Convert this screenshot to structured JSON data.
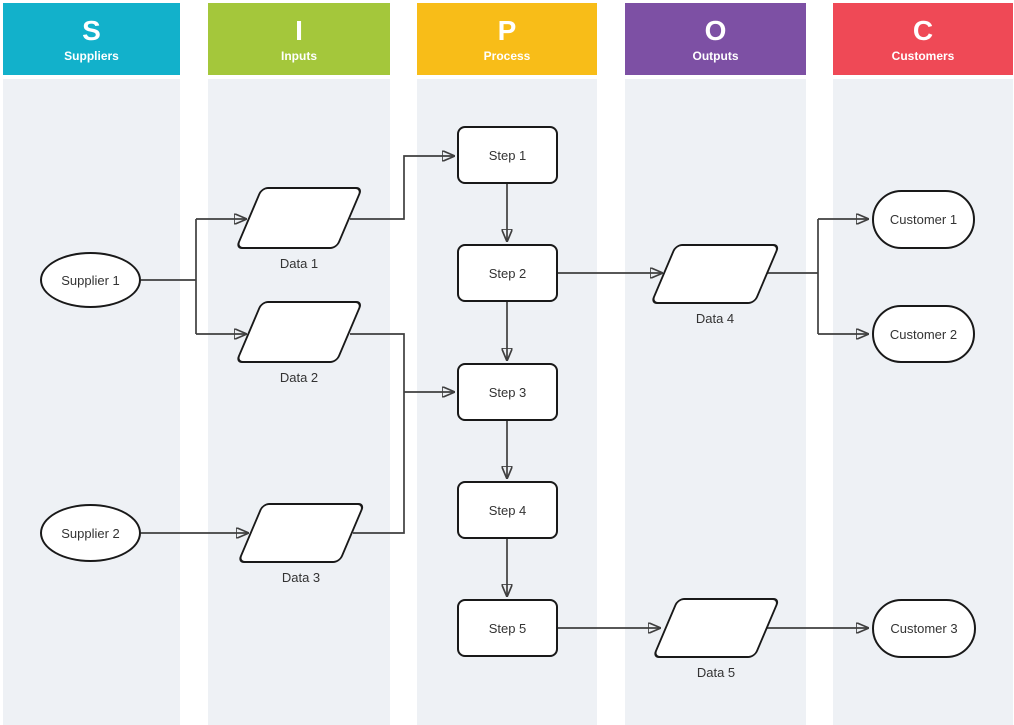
{
  "diagram_type": "SIPOC flowchart",
  "columns": [
    {
      "letter": "S",
      "title": "Suppliers",
      "color": "#12b1cb"
    },
    {
      "letter": "I",
      "title": "Inputs",
      "color": "#a4c73b"
    },
    {
      "letter": "P",
      "title": "Process",
      "color": "#f8bd18"
    },
    {
      "letter": "O",
      "title": "Outputs",
      "color": "#7d50a4"
    },
    {
      "letter": "C",
      "title": "Customers",
      "color": "#ef4956"
    }
  ],
  "band_color": "#eef1f5",
  "connector_color": "#3f3f3f",
  "nodes": {
    "supplier1": {
      "label": "Supplier 1",
      "shape": "ellipse"
    },
    "supplier2": {
      "label": "Supplier 2",
      "shape": "ellipse"
    },
    "data1": {
      "label": "Data 1",
      "shape": "parallelogram"
    },
    "data2": {
      "label": "Data 2",
      "shape": "parallelogram"
    },
    "data3": {
      "label": "Data 3",
      "shape": "parallelogram"
    },
    "step1": {
      "label": "Step 1",
      "shape": "rounded-rectangle"
    },
    "step2": {
      "label": "Step 2",
      "shape": "rounded-rectangle"
    },
    "step3": {
      "label": "Step 3",
      "shape": "rounded-rectangle"
    },
    "step4": {
      "label": "Step 4",
      "shape": "rounded-rectangle"
    },
    "step5": {
      "label": "Step 5",
      "shape": "rounded-rectangle"
    },
    "data4": {
      "label": "Data 4",
      "shape": "parallelogram"
    },
    "data5": {
      "label": "Data 5",
      "shape": "parallelogram"
    },
    "customer1": {
      "label": "Customer 1",
      "shape": "stadium"
    },
    "customer2": {
      "label": "Customer 2",
      "shape": "stadium"
    },
    "customer3": {
      "label": "Customer 3",
      "shape": "stadium"
    }
  },
  "edges": [
    {
      "from": "supplier1",
      "to": "data1"
    },
    {
      "from": "supplier1",
      "to": "data2"
    },
    {
      "from": "supplier2",
      "to": "data3"
    },
    {
      "from": "data1",
      "to": "step1"
    },
    {
      "from": "data2",
      "to": "step3"
    },
    {
      "from": "data3",
      "to": "step3"
    },
    {
      "from": "step1",
      "to": "step2"
    },
    {
      "from": "step2",
      "to": "step3"
    },
    {
      "from": "step3",
      "to": "step4"
    },
    {
      "from": "step4",
      "to": "step5"
    },
    {
      "from": "step2",
      "to": "data4"
    },
    {
      "from": "data4",
      "to": "customer1"
    },
    {
      "from": "data4",
      "to": "customer2"
    },
    {
      "from": "step5",
      "to": "data5"
    },
    {
      "from": "data5",
      "to": "customer3"
    }
  ]
}
